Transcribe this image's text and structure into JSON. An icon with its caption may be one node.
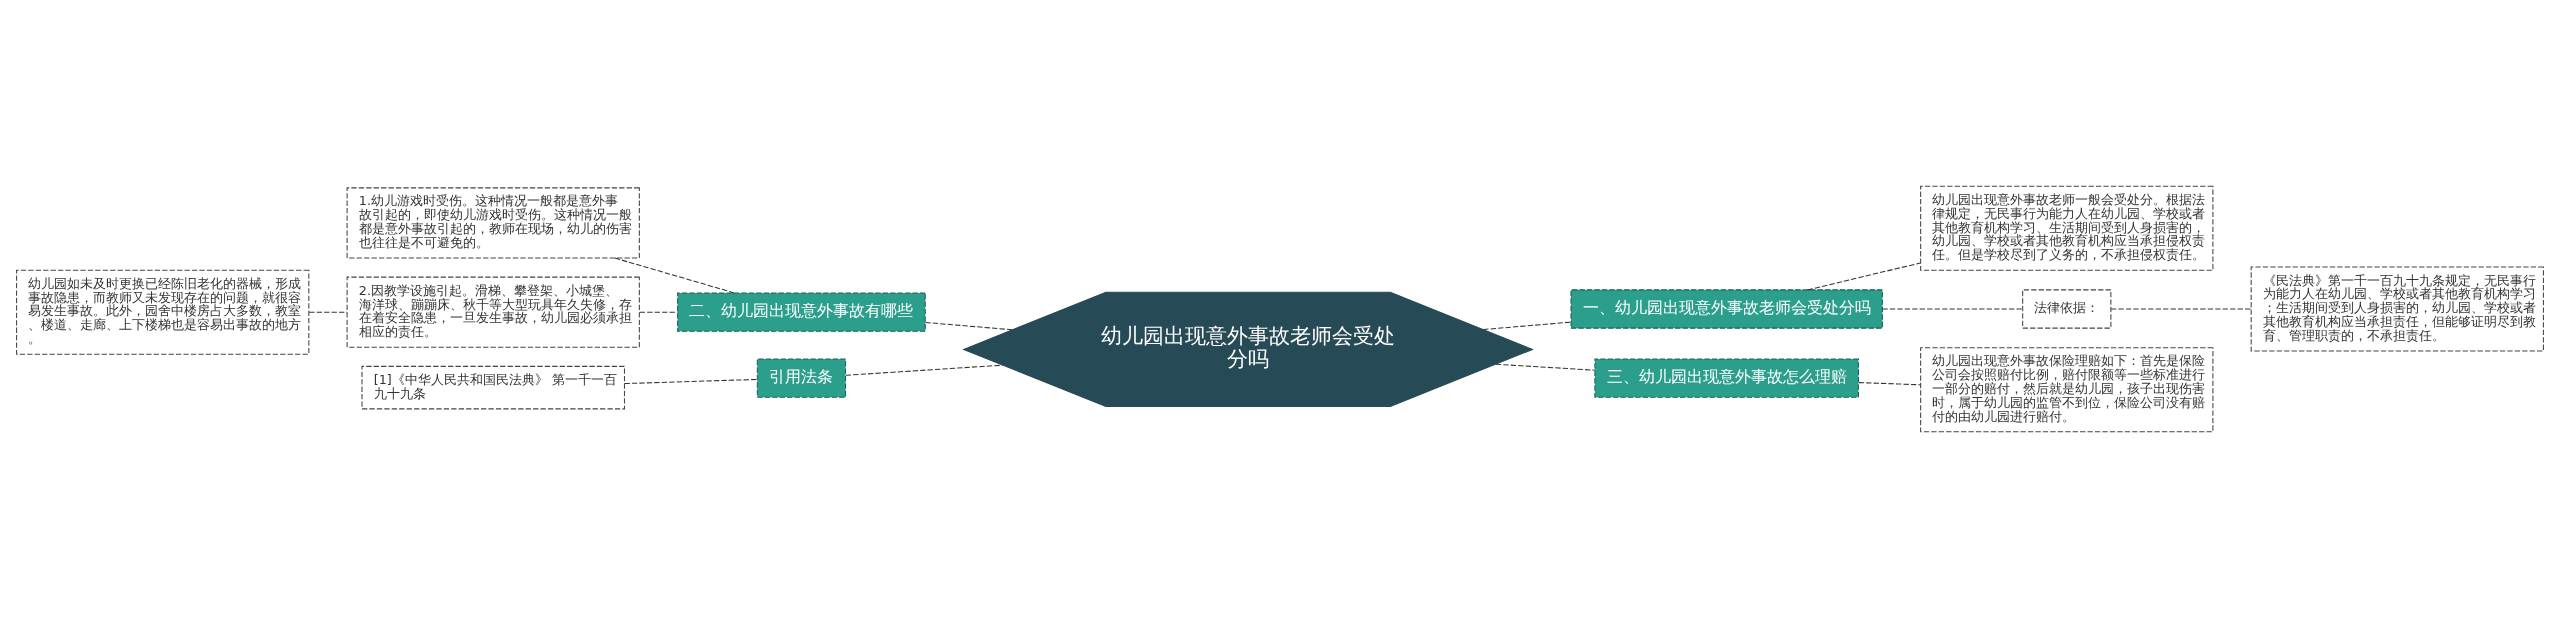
{
  "diagram": {
    "nodes": [
      {
        "text": [
          "幼儿园出现意外事故老师会受处分吗"
        ]
      },
      {
        "text": [
          "一、幼儿园出现意外事故老师会受处分吗"
        ]
      },
      {
        "text": [
          "幼儿园出现意外事故老师一般会受处分。根据法律规定，无民事行为能力人在幼儿园、学校或者其他教育机构学习、生活期间受到人身损害的，幼儿园、学校或者其他教育机构应当承担侵权责任。但是学校尽到了义务的，不承担侵权责任。"
        ]
      },
      {
        "text": [
          "法律依据："
        ]
      },
      {
        "text": [
          "《民法典》第一千一百九十九条规定，无民事行为能力人在幼儿园、学校或者其他教育机构学习；生活期间受到人身损害的，幼儿园、学校或者其他教育机构应当承担责任，但能够证明尽到教育、管理职责的，不承担责任。"
        ]
      },
      {
        "text": [
          "三、幼儿园出现意外事故怎么理赔"
        ]
      },
      {
        "text": [
          "幼儿园出现意外事故保险理赔如下：首先是保险公司会按照赔付比例，赔付限额等一些标准进行一部分的赔付，然后就是幼儿园，孩子出现伤害时，属于幼儿园的监管不到位，保险公司没有赔付的由幼儿园进行赔付。"
        ]
      },
      {
        "text": [
          "二、幼儿园出现意外事故有哪些"
        ]
      },
      {
        "text": [
          "1.幼儿游戏时受伤。这种情况一般都是意外事故引起的，即使幼儿游戏时受伤。这种情况一般都是意外事故引起的，教师在现场，幼儿的伤害也往往是不可避免的。"
        ]
      },
      {
        "text": [
          "2.因教学设施引起。滑梯、攀登架、小城堡、海洋球、蹦蹦床、秋千等大型玩具年久失修，存在着安全隐患，一旦发生事故，幼儿园必须承担相应的责任。"
        ]
      },
      {
        "text": [
          "幼儿园如未及时更换已经陈旧老化的器械，形成事故隐患，而教师又未发现存在的问题，就很容易发生事故。此外，园舍中楼房占大多数，教室、楼道、走廊、上下楼梯也是容易出事故的地方。"
        ]
      },
      {
        "text": [
          "引用法条"
        ]
      },
      {
        "text": [
          "[1]《中华人民共和国民法典》 第一千一百九十九条"
        ]
      }
    ],
    "edges": [
      {
        "from": 0,
        "to": 1,
        "arrow": "none",
        "style": "dashed"
      },
      {
        "from": 1,
        "to": 2,
        "arrow": "none",
        "style": "dashed"
      },
      {
        "from": 1,
        "to": 3,
        "arrow": "none",
        "style": "dashed"
      },
      {
        "from": 3,
        "to": 4,
        "arrow": "none",
        "style": "dashed"
      },
      {
        "from": 0,
        "to": 5,
        "arrow": "none",
        "style": "dashed"
      },
      {
        "from": 5,
        "to": 6,
        "arrow": "none",
        "style": "dashed"
      },
      {
        "from": 7,
        "to": 0,
        "arrow": "none",
        "style": "dashed"
      },
      {
        "from": 8,
        "to": 7,
        "arrow": "none",
        "style": "dashed"
      },
      {
        "from": 9,
        "to": 7,
        "arrow": "none",
        "style": "dashed"
      },
      {
        "from": 10,
        "to": 9,
        "arrow": "none",
        "style": "dashed"
      },
      {
        "from": 11,
        "to": 0,
        "arrow": "none",
        "style": "dashed"
      },
      {
        "from": 12,
        "to": 11,
        "arrow": "none",
        "style": "dashed"
      }
    ]
  }
}
